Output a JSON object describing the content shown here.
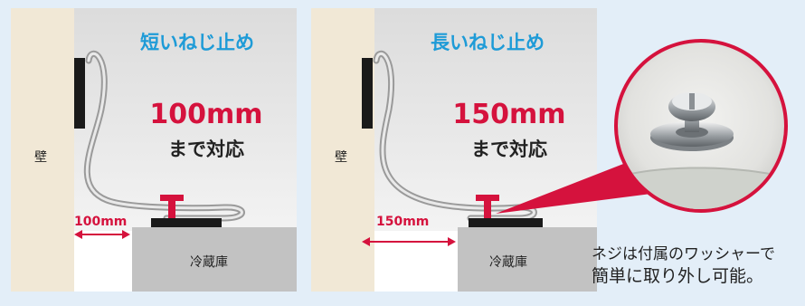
{
  "left_panel": {
    "title": "短いねじ止め",
    "wall_label": "壁",
    "capacity": "100mm",
    "capacity_sub": "まで対応",
    "distance": "100mm",
    "fridge_label": "冷蔵庫"
  },
  "right_panel": {
    "title": "長いねじ止め",
    "wall_label": "壁",
    "capacity": "150mm",
    "capacity_sub": "まで対応",
    "distance": "150mm",
    "fridge_label": "冷蔵庫"
  },
  "note": {
    "line1": "ネジは付属のワッシャーで",
    "line2": "簡単に取り外し可能。"
  },
  "colors": {
    "background": "#e3eef8",
    "title_blue": "#1e9bd7",
    "accent_red": "#d5123d",
    "wall_beige": "#f1e8d6",
    "fridge_gray": "#c2c2c2"
  }
}
